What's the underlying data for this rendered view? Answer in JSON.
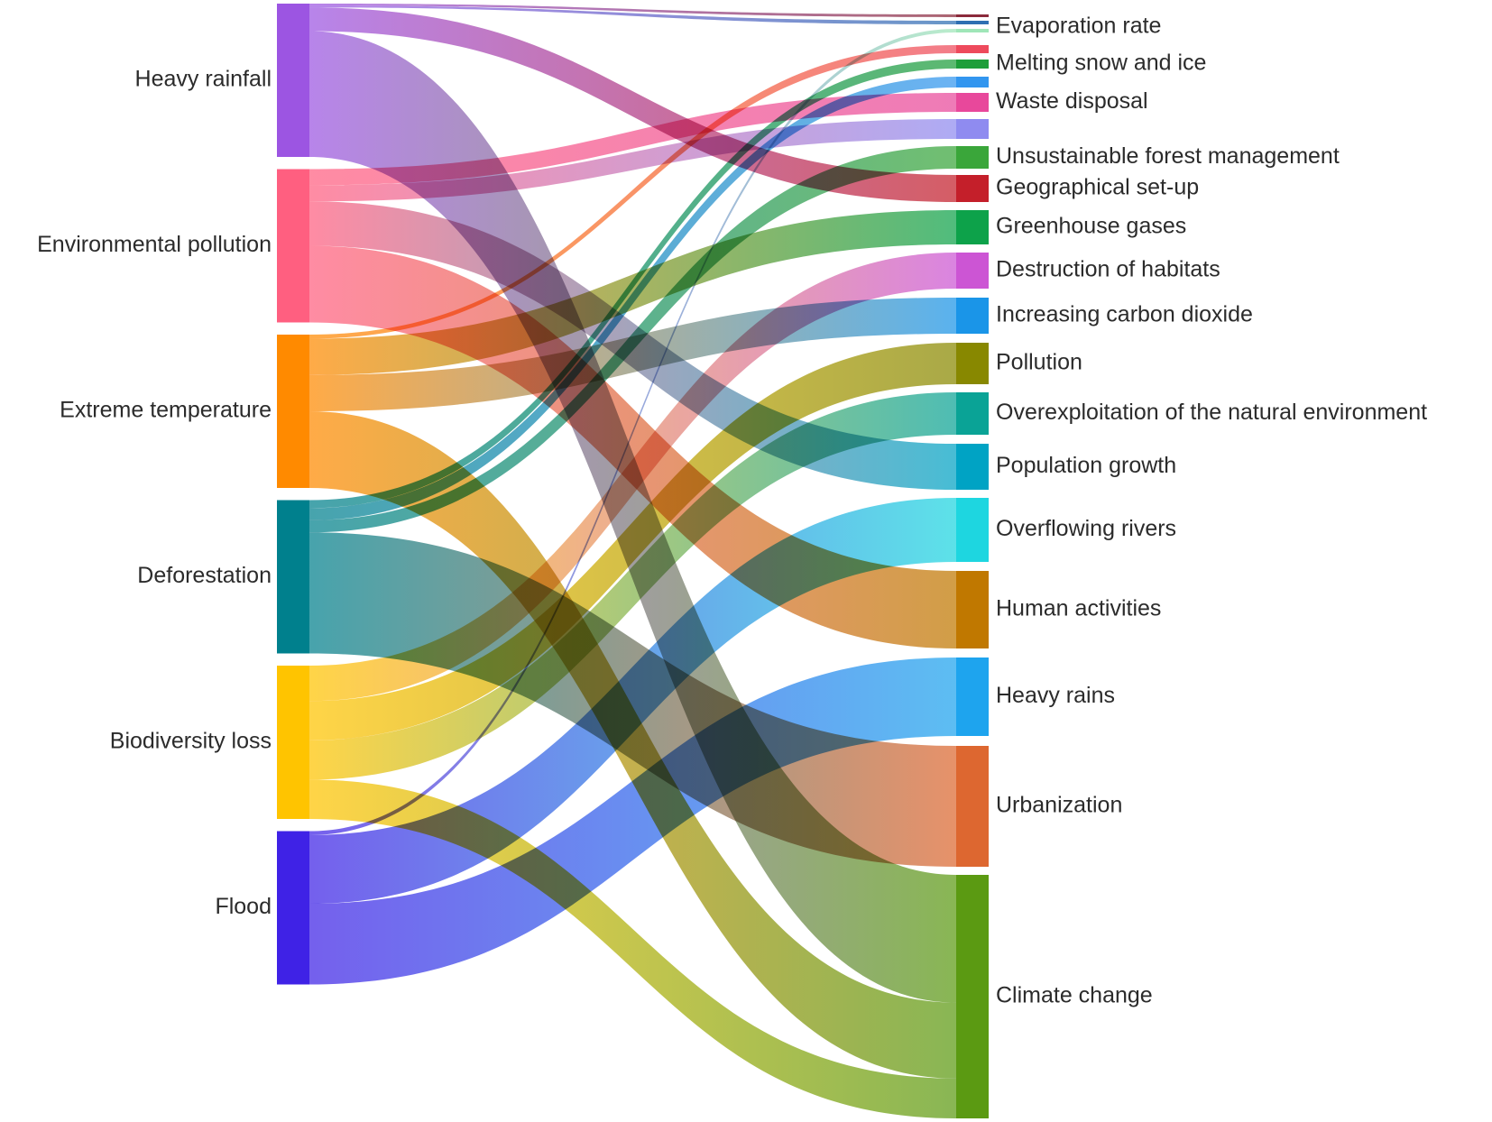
{
  "sources": [
    {
      "id": "heavy_rainfall",
      "label": "Heavy rainfall",
      "color": "#9c55e2"
    },
    {
      "id": "env_pollution",
      "label": "Environmental pollution",
      "color": "#ff5f80"
    },
    {
      "id": "extreme_temp",
      "label": "Extreme temperature",
      "color": "#ff8a00"
    },
    {
      "id": "deforestation",
      "label": "Deforestation",
      "color": "#00808d"
    },
    {
      "id": "biodiversity_loss",
      "label": "Biodiversity loss",
      "color": "#ffc400"
    },
    {
      "id": "flood",
      "label": "Flood",
      "color": "#3f22e6"
    }
  ],
  "targets": [
    {
      "id": "t_top1",
      "label": "",
      "color": "#8b2a3b"
    },
    {
      "id": "t_top2",
      "label": "",
      "color": "#2e6fb2"
    },
    {
      "id": "evaporation_rate",
      "label": "Evaporation rate",
      "color": "#9fe6b8"
    },
    {
      "id": "t_red",
      "label": "",
      "color": "#ee4a5c"
    },
    {
      "id": "melting_snow",
      "label": "Melting snow and ice",
      "color": "#1e9e3a"
    },
    {
      "id": "t_blue",
      "label": "",
      "color": "#3296ef"
    },
    {
      "id": "waste_disposal",
      "label": "Waste disposal",
      "color": "#e8489b"
    },
    {
      "id": "t_lavender",
      "label": "",
      "color": "#8f8bf0"
    },
    {
      "id": "unsustainable_forest",
      "label": "Unsustainable forest management",
      "color": "#3aa63a"
    },
    {
      "id": "geographical_setup",
      "label": "Geographical set-up",
      "color": "#c41f2a"
    },
    {
      "id": "greenhouse_gases",
      "label": "Greenhouse gases",
      "color": "#0da24a"
    },
    {
      "id": "destruction_habitats",
      "label": "Destruction of habitats",
      "color": "#cc55d4"
    },
    {
      "id": "increasing_co2",
      "label": "Increasing carbon dioxide",
      "color": "#1a95e8"
    },
    {
      "id": "pollution",
      "label": "Pollution",
      "color": "#888800"
    },
    {
      "id": "overexploitation",
      "label": "Overexploitation of the natural environment",
      "color": "#0aa396"
    },
    {
      "id": "population_growth",
      "label": "Population growth",
      "color": "#00a3c4"
    },
    {
      "id": "overflowing_rivers",
      "label": "Overflowing rivers",
      "color": "#1ed6e0"
    },
    {
      "id": "human_activities",
      "label": "Human activities",
      "color": "#c07800"
    },
    {
      "id": "heavy_rains",
      "label": "Heavy rains",
      "color": "#1ea4ee"
    },
    {
      "id": "urbanization",
      "label": "Urbanization",
      "color": "#dd6730"
    },
    {
      "id": "climate_change",
      "label": "Climate change",
      "color": "#5b9a12"
    }
  ],
  "links": [
    {
      "source": "heavy_rainfall",
      "target": "t_top1",
      "value": 0.5
    },
    {
      "source": "heavy_rainfall",
      "target": "t_top2",
      "value": 0.5
    },
    {
      "source": "heavy_rainfall",
      "target": "geographical_setup",
      "value": 6
    },
    {
      "source": "heavy_rainfall",
      "target": "climate_change",
      "value": 32
    },
    {
      "source": "env_pollution",
      "target": "waste_disposal",
      "value": 4
    },
    {
      "source": "env_pollution",
      "target": "t_lavender",
      "value": 4
    },
    {
      "source": "env_pollution",
      "target": "population_growth",
      "value": 11
    },
    {
      "source": "env_pollution",
      "target": "human_activities",
      "value": 19
    },
    {
      "source": "extreme_temp",
      "target": "t_red",
      "value": 1
    },
    {
      "source": "extreme_temp",
      "target": "greenhouse_gases",
      "value": 9
    },
    {
      "source": "extreme_temp",
      "target": "increasing_co2",
      "value": 9
    },
    {
      "source": "extreme_temp",
      "target": "climate_change",
      "value": 19
    },
    {
      "source": "deforestation",
      "target": "melting_snow",
      "value": 2
    },
    {
      "source": "deforestation",
      "target": "t_blue",
      "value": 3
    },
    {
      "source": "deforestation",
      "target": "unsustainable_forest",
      "value": 3
    },
    {
      "source": "deforestation",
      "target": "urbanization",
      "value": 30
    },
    {
      "source": "biodiversity_loss",
      "target": "destruction_habitats",
      "value": 9
    },
    {
      "source": "biodiversity_loss",
      "target": "pollution",
      "value": 10
    },
    {
      "source": "biodiversity_loss",
      "target": "overexploitation",
      "value": 10
    },
    {
      "source": "biodiversity_loss",
      "target": "climate_change",
      "value": 10
    },
    {
      "source": "flood",
      "target": "evaporation_rate",
      "value": 1
    },
    {
      "source": "flood",
      "target": "overflowing_rivers",
      "value": 17
    },
    {
      "source": "flood",
      "target": "heavy_rains",
      "value": 20
    }
  ]
}
